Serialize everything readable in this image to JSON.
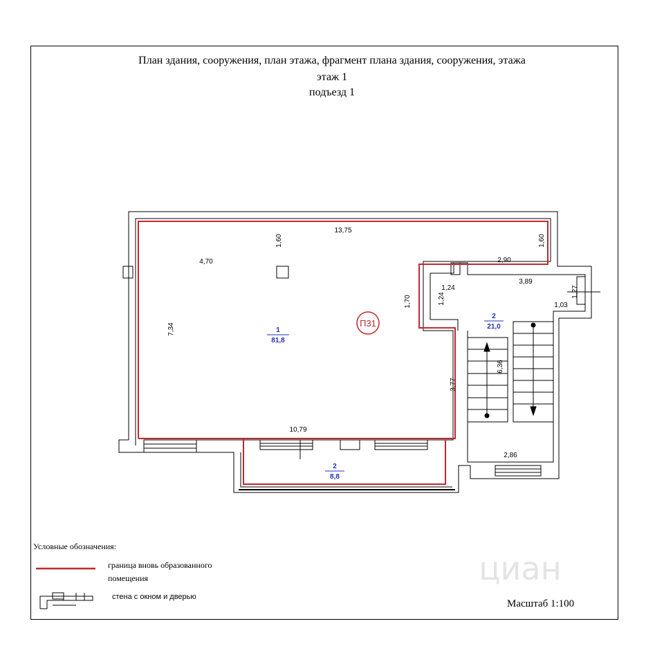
{
  "header": {
    "title_line1": "План здания, сооружения, план этажа, фрагмент плана здания, сооружения, этажа",
    "title_line2": "этаж 1",
    "title_line3": "подъезд 1"
  },
  "rooms": [
    {
      "number": "1",
      "area": "81,8"
    },
    {
      "number": "2",
      "area": "21,0"
    },
    {
      "number": "2",
      "area": "8,8"
    }
  ],
  "premises_label": "П31",
  "dimensions": {
    "top_width": "13,75",
    "top_left_depth": "1,60",
    "top_right_depth": "1,60",
    "left_inner": "4,70",
    "left_height": "7,34",
    "corridor_top": "2,90",
    "stair_top": "3,89",
    "niche_width": "1,24",
    "niche_height": "1,24",
    "step_height": "1,70",
    "right_height": "1,27",
    "right_offset": "1,03",
    "right_inner": "3,77",
    "stair_length": "6,36",
    "bottom_width": "10,79",
    "stair_bottom": "2,86"
  },
  "legend": {
    "title": "Условные обозначения:",
    "boundary_label_1": "граница вновь образованного",
    "boundary_label_2": "помещения",
    "wall_label": "стена с окном и дверью"
  },
  "scale": "Масштаб 1:100",
  "watermark": "циан",
  "colors": {
    "boundary": "#c1272d",
    "room_number": "#1f2fb8",
    "wall": "#000000"
  }
}
